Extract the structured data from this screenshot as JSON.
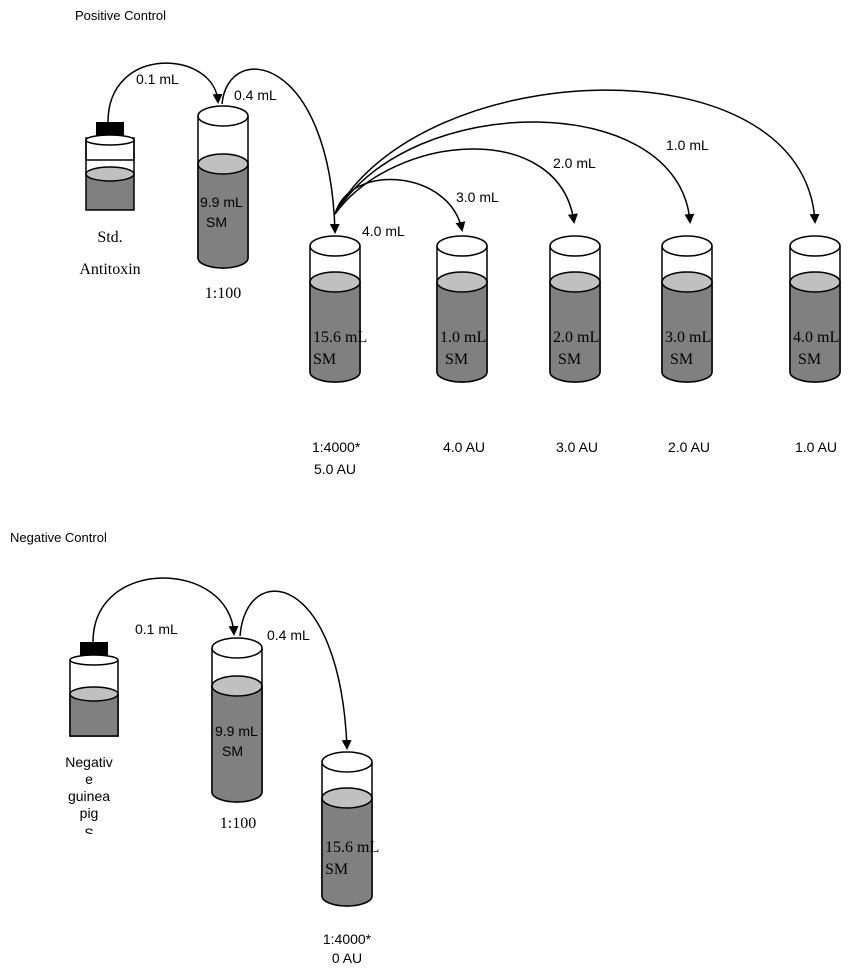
{
  "positive_control": {
    "heading": "Positive Control",
    "stock_bottle": {
      "label_line1": "Std.",
      "label_line2": "Antitoxin"
    },
    "transfers": [
      "0.1 mL",
      "0.4 mL",
      "4.0 mL",
      "3.0 mL",
      "2.0 mL",
      "1.0 mL"
    ],
    "dilution_tube": {
      "vol_line1": "9.9 mL",
      "vol_line2": "SM",
      "ratio": "1:100"
    },
    "working_tube": {
      "vol_line1": "15.6 mL",
      "vol_line2": "SM",
      "ratio": "1:4000*",
      "units": "5.0 AU"
    },
    "standard_tubes": [
      {
        "vol_line1": "1.0 mL",
        "vol_line2": "SM",
        "units": "4.0 AU"
      },
      {
        "vol_line1": "2.0 mL",
        "vol_line2": "SM",
        "units": "3.0 AU"
      },
      {
        "vol_line1": "3.0 mL",
        "vol_line2": "SM",
        "units": "2.0 AU"
      },
      {
        "vol_line1": "4.0 mL",
        "vol_line2": "SM",
        "units": "1.0 AU"
      }
    ]
  },
  "negative_control": {
    "heading": "Negative Control",
    "stock_bottle": {
      "label_lines": [
        "Negativ",
        "e",
        "guinea",
        "pig",
        "S"
      ]
    },
    "transfers": [
      "0.1 mL",
      "0.4 mL"
    ],
    "dilution_tube": {
      "vol_line1": "9.9 mL",
      "vol_line2": "SM",
      "ratio": "1:100"
    },
    "working_tube": {
      "vol_line1": "15.6 mL",
      "vol_line2": "SM",
      "ratio": "1:4000*",
      "units": "0 AU"
    }
  },
  "colors": {
    "liquid": "#808080",
    "meniscus": "#c0c0c0",
    "cap": "#000000",
    "outline": "#000000"
  }
}
